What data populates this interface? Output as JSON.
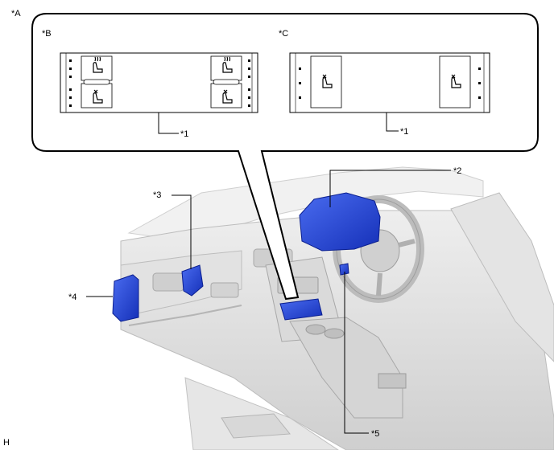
{
  "labels": {
    "a": "*A",
    "b": "*B",
    "c": "*C",
    "callout_b_1": "*1",
    "callout_c_1": "*1",
    "p2": "*2",
    "p3": "*3",
    "p4": "*4",
    "p5": "*5",
    "corner": "H"
  },
  "colors": {
    "highlight_blue": "#1f3fd8",
    "line": "#000000",
    "interior_gray": "#d9d9d9"
  }
}
